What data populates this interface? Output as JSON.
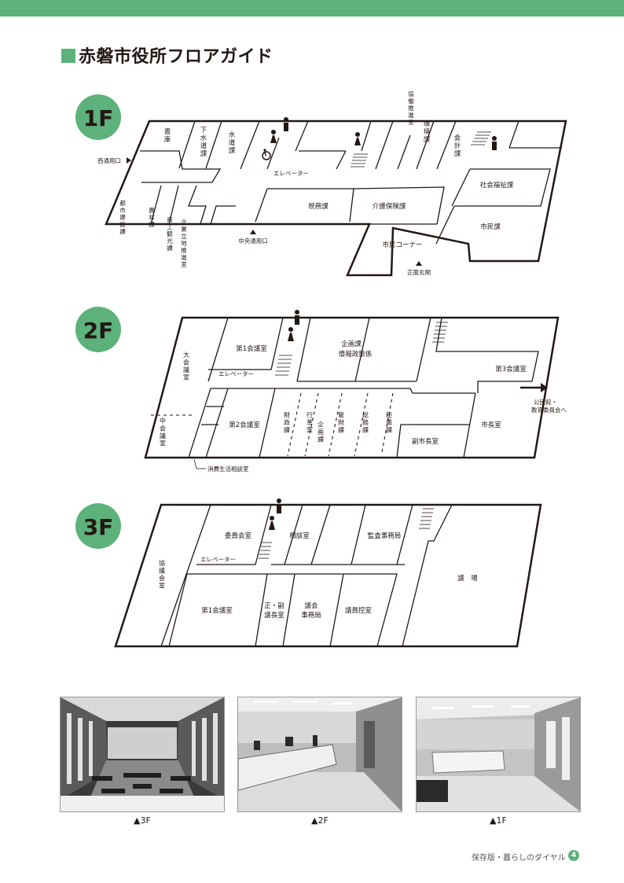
{
  "title": "赤磐市役所フロアガイド",
  "accent_color": "#5cb27a",
  "floors": {
    "f1": {
      "badge": "1F",
      "rooms": {
        "shoko": "書庫",
        "gesuido": "下水道課",
        "suido": "水道課",
        "kyodo": "協働推進室",
        "kankyo": "環境課",
        "kaikei": "会計課",
        "shakaifukushi": "社会福祉課",
        "zeimu": "税務課",
        "kaigo": "介護保険課",
        "shimin": "市民課",
        "shimin_corner": "市民コーナー",
        "toshi": "都市建設課",
        "norin": "農林課",
        "shoko_kanko": "商工観光課",
        "kigyo": "企業立地推進室"
      },
      "labels": {
        "west_entrance": "西通用口",
        "elevator": "エレベーター",
        "central_entrance": "中央通用口",
        "main_entrance": "正面玄関"
      }
    },
    "f2": {
      "badge": "2F",
      "rooms": {
        "daikaigi": "大会議室",
        "dai1kaigi": "第1会議室",
        "kikaku": "企画課",
        "johoseisaku": "情報政策係",
        "dai3kaigi": "第3会議室",
        "chukaigi": "中会議室",
        "dai2kaigi": "第2会議室",
        "zaisei": "財政課",
        "gyokaku": "行革室",
        "kikaku2": "企画課",
        "kanzai": "管財課",
        "somu": "総務課",
        "hisho": "秘書課",
        "fukushicho": "副市長室",
        "shicho": "市長室"
      },
      "labels": {
        "elevator": "エレベーター",
        "kominkan": "公民館・",
        "kyoiku": "教育委員会へ",
        "shohi": "消費生活相談室"
      }
    },
    "f3": {
      "badge": "3F",
      "rooms": {
        "kyogikai": "協議会室",
        "iinkai": "委員会室",
        "sodan": "相談室",
        "kansa": "監査事務局",
        "gijo": "議　場",
        "dai1kaigi": "第1会議室",
        "seifuku": "正・副",
        "gichoshitsu": "議長室",
        "gikai1": "議会",
        "gikai2": "事務局",
        "giinhikae": "議員控室"
      },
      "labels": {
        "elevator": "エレベーター"
      }
    }
  },
  "photos": [
    {
      "caption": "▲3F"
    },
    {
      "caption": "▲2F"
    },
    {
      "caption": "▲1F"
    }
  ],
  "footer": {
    "text": "保存版・暮らしのダイヤル",
    "page": "4"
  }
}
